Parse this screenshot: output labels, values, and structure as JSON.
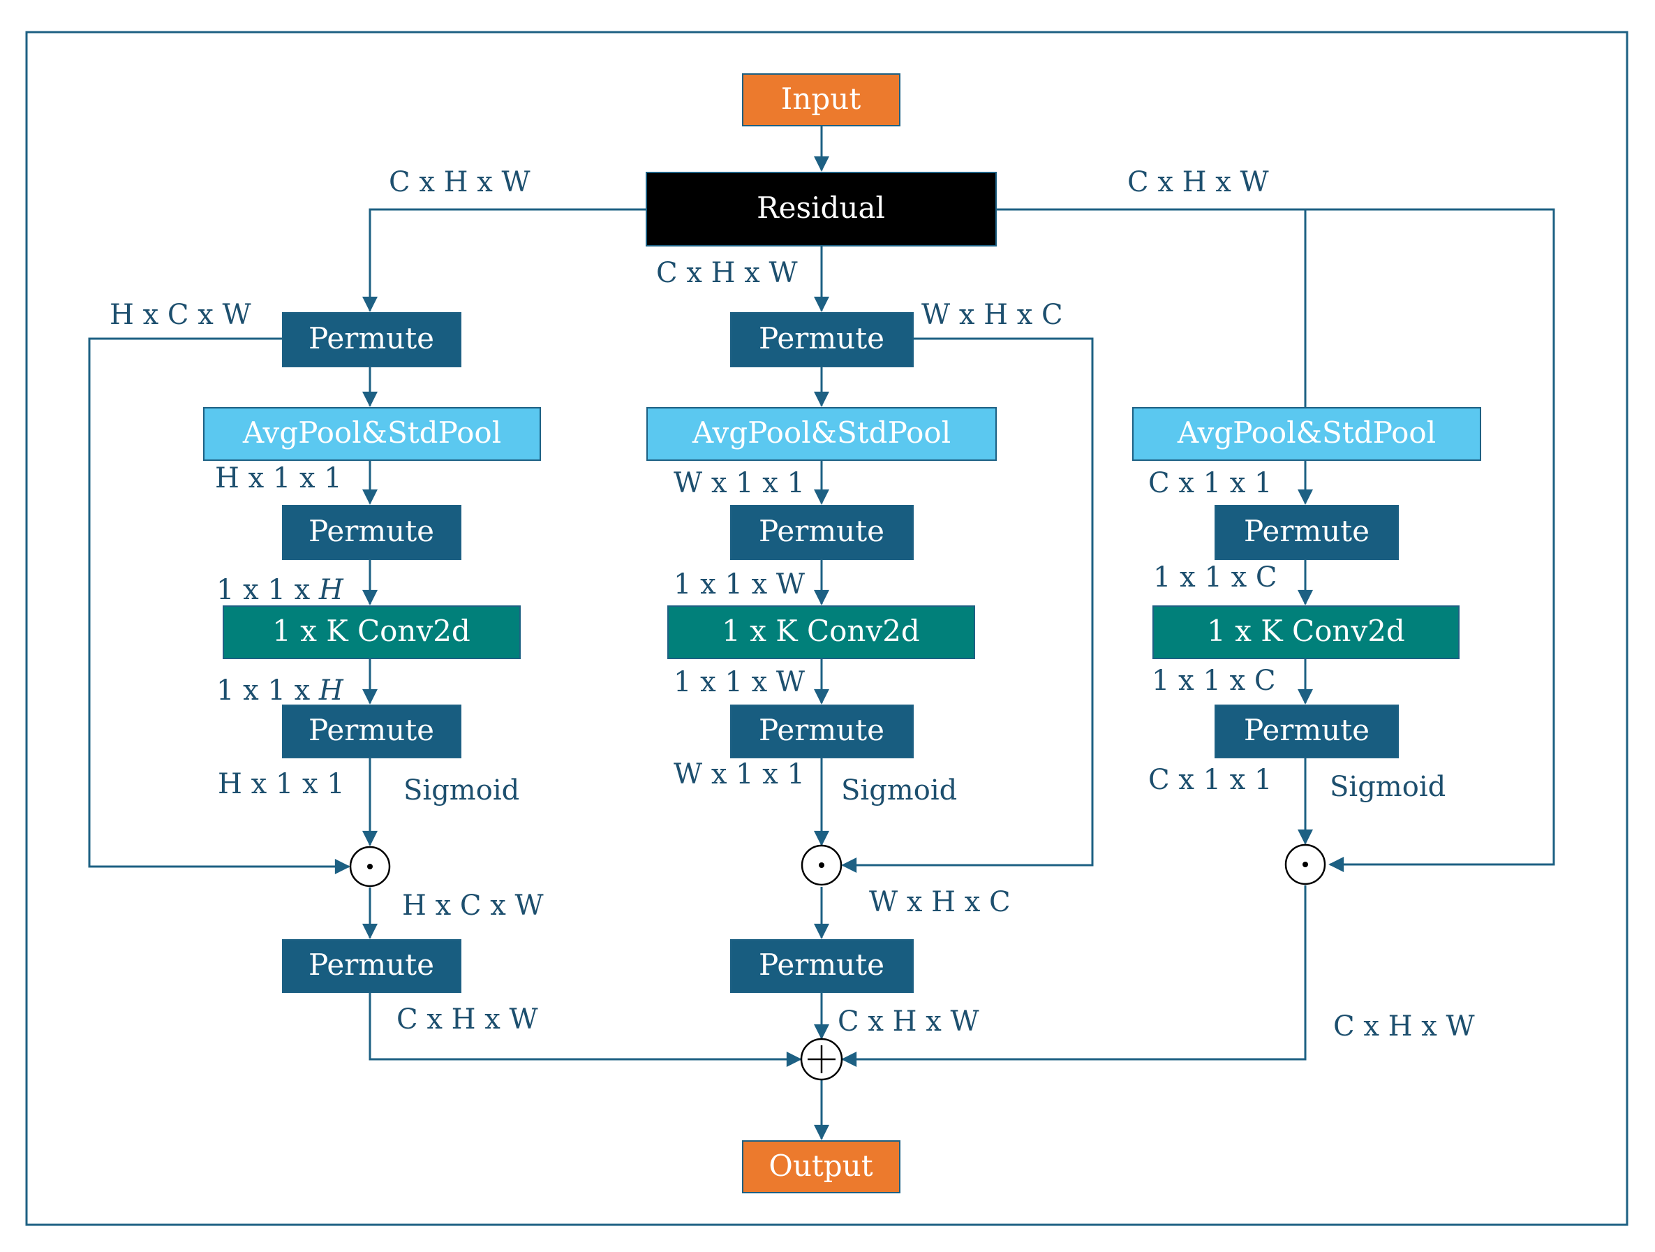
{
  "colors": {
    "io": "#ec7a2d",
    "residual": "#000000",
    "permute": "#185d80",
    "pool": "#5bc8f0",
    "conv": "#01807a",
    "line": "#1d6083",
    "frame": "#1d6083"
  },
  "nodes": {
    "input": "Input",
    "residual": "Residual",
    "output": "Output",
    "permute": "Permute",
    "pool": "AvgPool&StdPool",
    "conv": "1 x K Conv2d",
    "multiply_symbol": "·",
    "add_symbol": "+"
  },
  "labels": {
    "top_left_chw": "C x H x W",
    "top_right_chw": "C x H x W",
    "center_chw": "C x H x W",
    "left_hcw": "H x C x W",
    "center_whc": "W x H x C",
    "left_h11_a": "H x 1 x 1",
    "center_w11_a": "W x 1 x 1",
    "right_c11_a": "C x 1 x 1",
    "left_11h_a_prefix": "1 x 1 x ",
    "left_11h_a_var": "H",
    "center_11w_a": "1 x 1 x W",
    "right_11c_a": "1 x 1 x C",
    "left_11h_b_prefix": "1 x 1 x ",
    "left_11h_b_var": "H",
    "center_11w_b": "1 x 1 x W",
    "right_11c_b": "1 x 1 x C",
    "left_h11_b": "H x 1 x 1",
    "center_w11_b": "W x 1 x 1",
    "right_c11_b": "C x 1 x 1",
    "sigmoid_left": "Sigmoid",
    "sigmoid_center": "Sigmoid",
    "sigmoid_right": "Sigmoid",
    "left_hcw_b": "H x C x W",
    "center_whc_b": "W x H x C",
    "left_chw_out": "C x H x W",
    "center_chw_out": "C x H x W",
    "right_chw_out": "C x H x W"
  }
}
